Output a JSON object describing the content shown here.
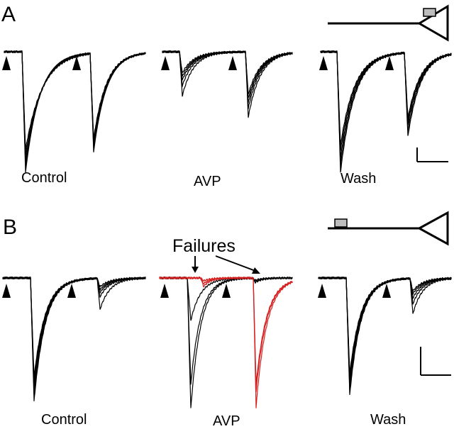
{
  "panels": [
    {
      "letter": "A",
      "labels": [
        "Control",
        "AVP",
        "Wash"
      ],
      "stim_site": "near-soma",
      "red_traces_in_avp": false
    },
    {
      "letter": "B",
      "labels": [
        "Control",
        "AVP",
        "Wash"
      ],
      "stim_site": "distal-dendrite",
      "red_traces_in_avp": true,
      "annotation": "Failures"
    }
  ],
  "colors": {
    "trace": "#000000",
    "highlight_trace": "#d62020",
    "electrode": "#bdbdbd",
    "stimulus_marker": "#000000"
  },
  "icons": {
    "stimulus": "black-triangle-arrowhead",
    "neuron": "neuron-schematic-icon",
    "electrode": "stimulating-electrode-icon",
    "scale_bar": "scale-bar-icon"
  }
}
